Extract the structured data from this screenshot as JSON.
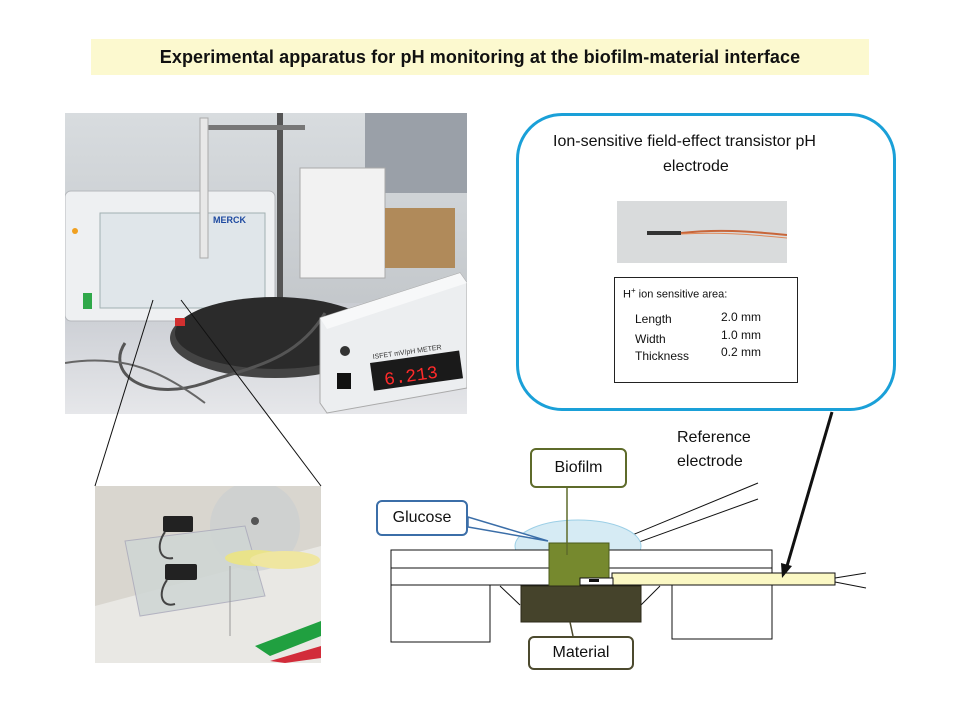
{
  "title": "Experimental apparatus for pH monitoring at the biofilm-material  interface",
  "callout": {
    "title_line1": "Ion-sensitive field-effect transistor pH",
    "title_line2": "electrode",
    "spec_heading_main": "H",
    "spec_heading_sup": "+",
    "spec_heading_rest": " ion sensitive area:",
    "specs": [
      {
        "name": "Length",
        "value": "2.0 mm"
      },
      {
        "name": "Width",
        "value": "1.0 mm"
      },
      {
        "name": "Thickness",
        "value": "0.2 mm"
      }
    ]
  },
  "photo": {
    "meter_brand": "MERCK",
    "meter_label": "ISFET mV/pH METER",
    "meter_reading": "6.213"
  },
  "labels": {
    "reference_electrode_line1": "Reference",
    "reference_electrode_line2": "electrode",
    "biofilm": "Biofilm",
    "glucose": "Glucose",
    "material": "Material"
  },
  "colors": {
    "callout_border": "#1aa0d8",
    "title_bg": "#fcf9cf",
    "biofilm": "#76892e",
    "material": "#45432b",
    "glucose": "#d6ebf4",
    "electrode": "#fbf8c4"
  }
}
